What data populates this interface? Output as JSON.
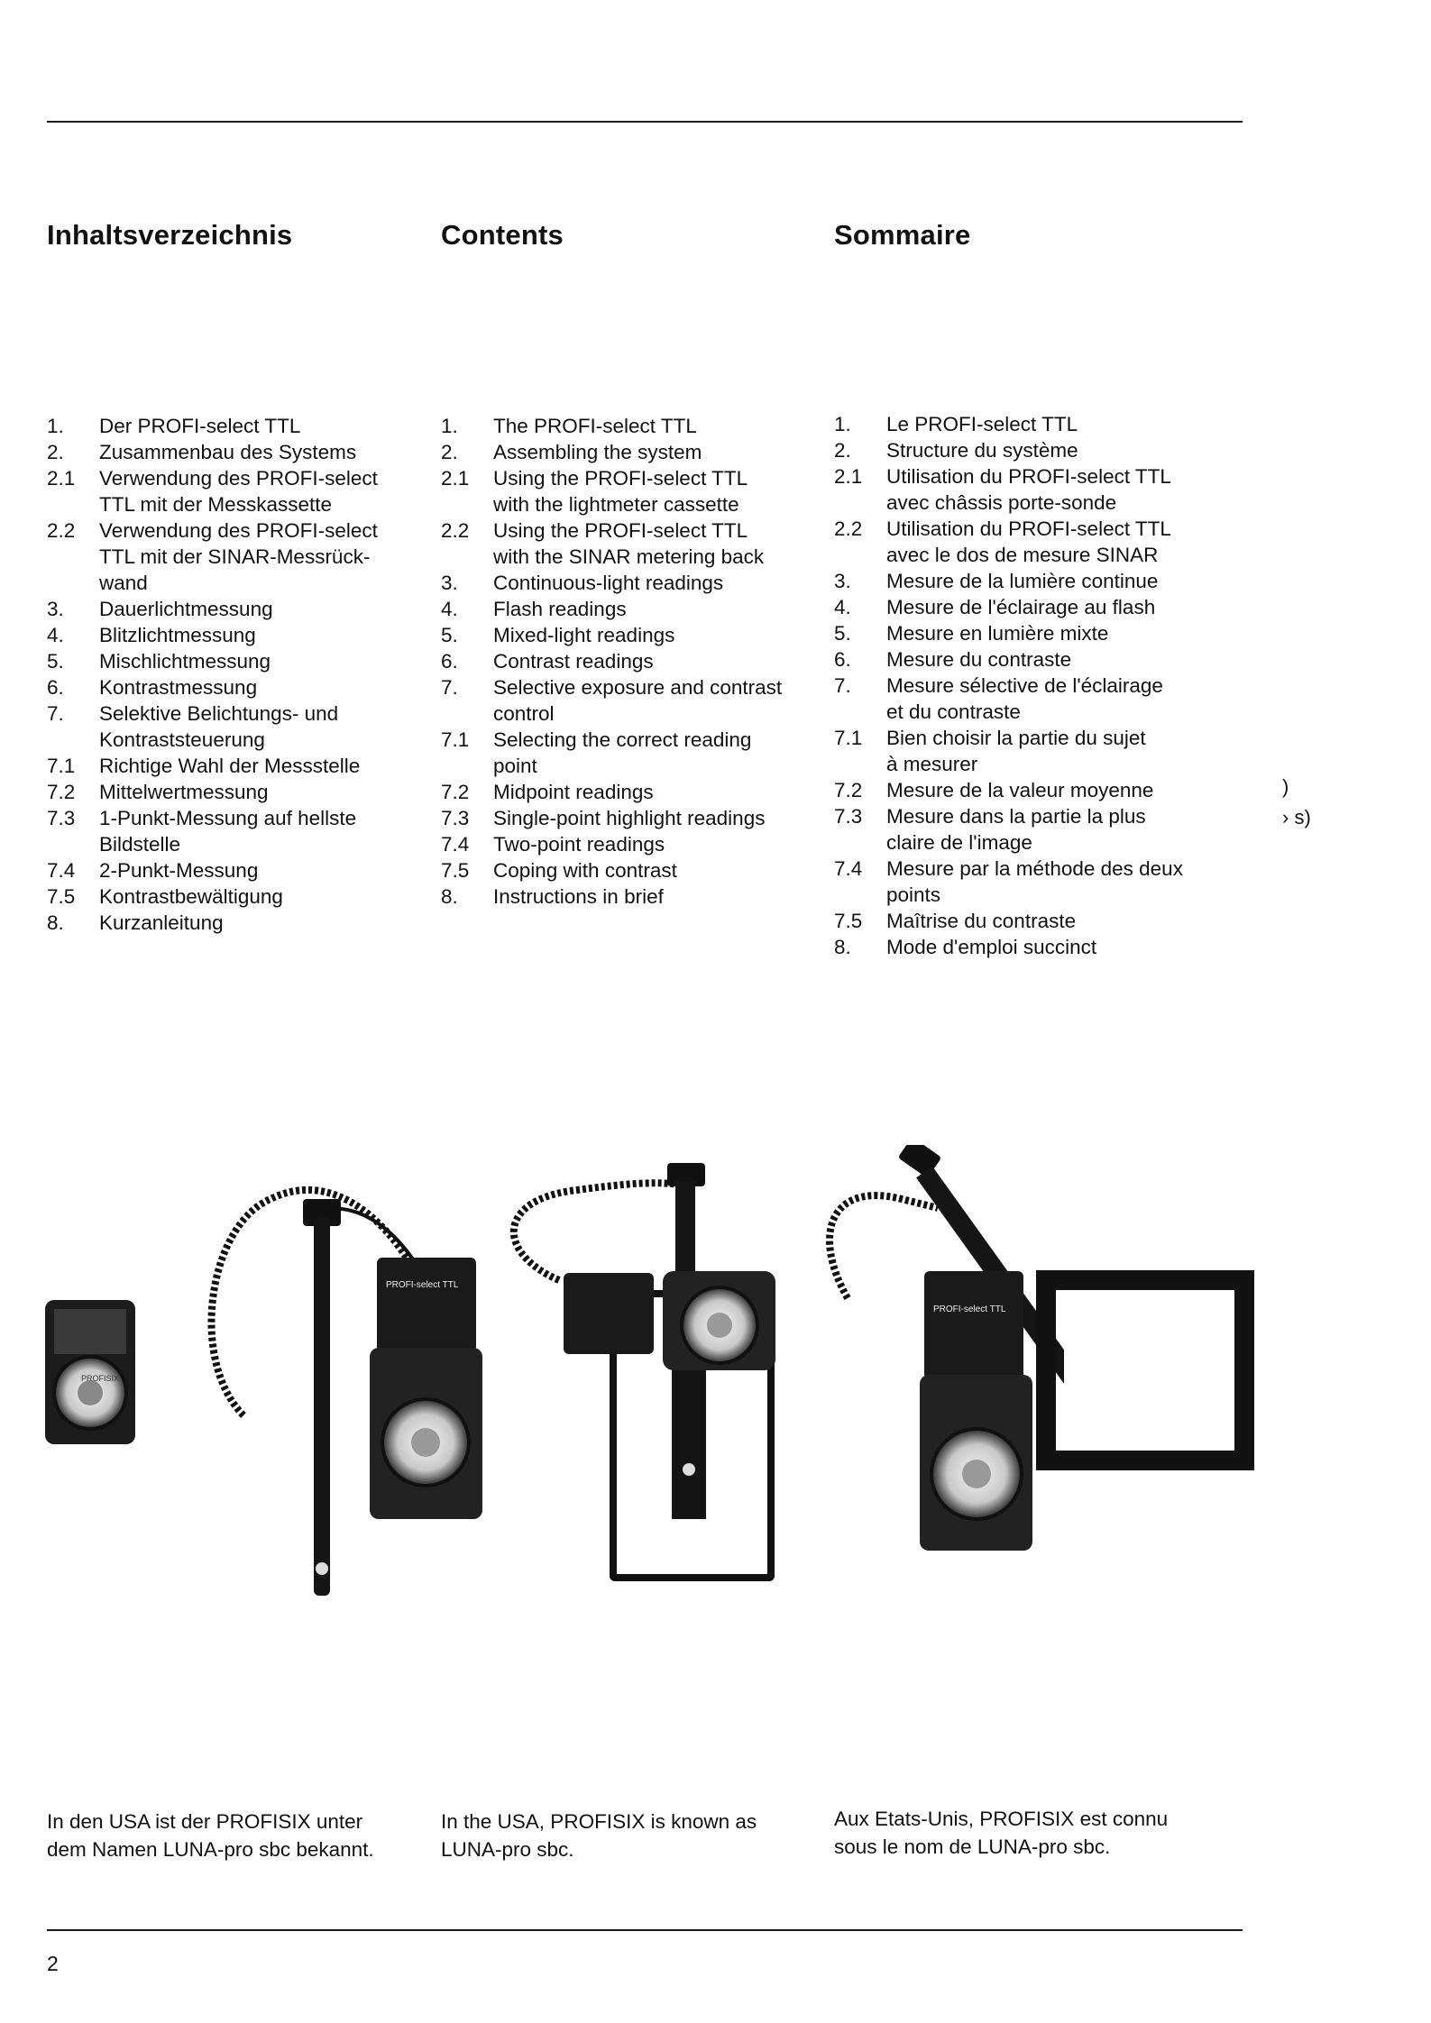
{
  "headings": {
    "de": "Inhaltsverzeichnis",
    "en": "Contents",
    "fr": "Sommaire"
  },
  "toc": {
    "de": [
      {
        "n": "1.",
        "t": "Der PROFI-select TTL"
      },
      {
        "n": "2.",
        "t": "Zusammenbau des Systems"
      },
      {
        "n": "2.1",
        "t": "Verwendung des PROFI-select\nTTL mit der Messkassette"
      },
      {
        "n": "2.2",
        "t": "Verwendung des PROFI-select\nTTL mit der SINAR-Messrück-\nwand"
      },
      {
        "n": "3.",
        "t": "Dauerlichtmessung"
      },
      {
        "n": "4.",
        "t": "Blitzlichtmessung"
      },
      {
        "n": "5.",
        "t": "Mischlichtmessung"
      },
      {
        "n": "6.",
        "t": "Kontrastmessung"
      },
      {
        "n": "7.",
        "t": "Selektive Belichtungs- und\nKontraststeuerung"
      },
      {
        "n": "7.1",
        "t": "Richtige Wahl der Messstelle"
      },
      {
        "n": "7.2",
        "t": "Mittelwertmessung"
      },
      {
        "n": "7.3",
        "t": "1-Punkt-Messung auf hellste\nBildstelle"
      },
      {
        "n": "7.4",
        "t": "2-Punkt-Messung"
      },
      {
        "n": "7.5",
        "t": "Kontrastbewältigung"
      },
      {
        "n": "8.",
        "t": "Kurzanleitung"
      }
    ],
    "en": [
      {
        "n": "1.",
        "t": "The PROFI-select TTL"
      },
      {
        "n": "2.",
        "t": "Assembling the system"
      },
      {
        "n": "2.1",
        "t": "Using the PROFI-select TTL\nwith the lightmeter cassette"
      },
      {
        "n": "2.2",
        "t": "Using the PROFI-select TTL\nwith the SINAR metering back"
      },
      {
        "n": "3.",
        "t": "Continuous-light readings"
      },
      {
        "n": "4.",
        "t": "Flash readings"
      },
      {
        "n": "5.",
        "t": "Mixed-light readings"
      },
      {
        "n": "6.",
        "t": "Contrast readings"
      },
      {
        "n": "7.",
        "t": "Selective exposure and contrast\ncontrol"
      },
      {
        "n": "7.1",
        "t": "Selecting the correct reading\npoint"
      },
      {
        "n": "7.2",
        "t": "Midpoint readings"
      },
      {
        "n": "7.3",
        "t": "Single-point highlight readings"
      },
      {
        "n": "7.4",
        "t": "Two-point readings"
      },
      {
        "n": "7.5",
        "t": "Coping with contrast"
      },
      {
        "n": "8.",
        "t": "Instructions in brief"
      }
    ],
    "fr": [
      {
        "n": "1.",
        "t": "Le PROFI-select TTL"
      },
      {
        "n": "2.",
        "t": "Structure du système"
      },
      {
        "n": "2.1",
        "t": "Utilisation du PROFI-select TTL\navec châssis porte-sonde"
      },
      {
        "n": "2.2",
        "t": "Utilisation du PROFI-select TTL\navec le dos de mesure SINAR"
      },
      {
        "n": "3.",
        "t": "Mesure de la lumière continue"
      },
      {
        "n": "4.",
        "t": "Mesure de l'éclairage au flash"
      },
      {
        "n": "5.",
        "t": "Mesure en lumière mixte"
      },
      {
        "n": "6.",
        "t": "Mesure du contraste"
      },
      {
        "n": "7.",
        "t": "Mesure sélective de l'éclairage\net du contraste"
      },
      {
        "n": "7.1",
        "t": "Bien choisir la partie du sujet\nà mesurer"
      },
      {
        "n": "7.2",
        "t": "Mesure de la valeur moyenne"
      },
      {
        "n": "7.3",
        "t": "Mesure dans la partie la plus\nclaire de l'image"
      },
      {
        "n": "7.4",
        "t": "Mesure par la méthode des deux\npoints"
      },
      {
        "n": "7.5",
        "t": "Maîtrise du contraste"
      },
      {
        "n": "8.",
        "t": "Mode d'emploi succinct"
      }
    ]
  },
  "device_labels": {
    "meter": "PROFISIX",
    "module": "PROFI-select TTL"
  },
  "footnotes": {
    "de": "In den USA ist der PROFISIX unter\ndem Namen LUNA-pro sbc bekannt.",
    "en": "In the USA, PROFISIX is known as\nLUNA-pro sbc.",
    "fr": "Aux Etats-Unis, PROFISIX est connu\nsous le nom de LUNA-pro sbc."
  },
  "margin_marks": [
    ")",
    "› s)"
  ],
  "page_number": "2"
}
